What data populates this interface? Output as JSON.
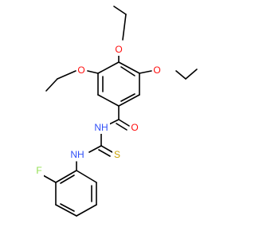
{
  "atoms": [
    {
      "id": "O_top",
      "label": "O",
      "color": "#ff0d0d"
    },
    {
      "id": "O_left",
      "label": "O",
      "color": "#ff0d0d"
    },
    {
      "id": "O_right",
      "label": "O",
      "color": "#ff0d0d"
    },
    {
      "id": "NH_amide",
      "label": "NH",
      "color": "#3050f8"
    },
    {
      "id": "O_carbonyl",
      "label": "O",
      "color": "#ff0d0d"
    },
    {
      "id": "NH_thio",
      "label": "NH",
      "color": "#3050f8"
    },
    {
      "id": "S",
      "label": "S",
      "color": "#c8a000"
    },
    {
      "id": "F",
      "label": "F",
      "color": "#90e050"
    }
  ]
}
